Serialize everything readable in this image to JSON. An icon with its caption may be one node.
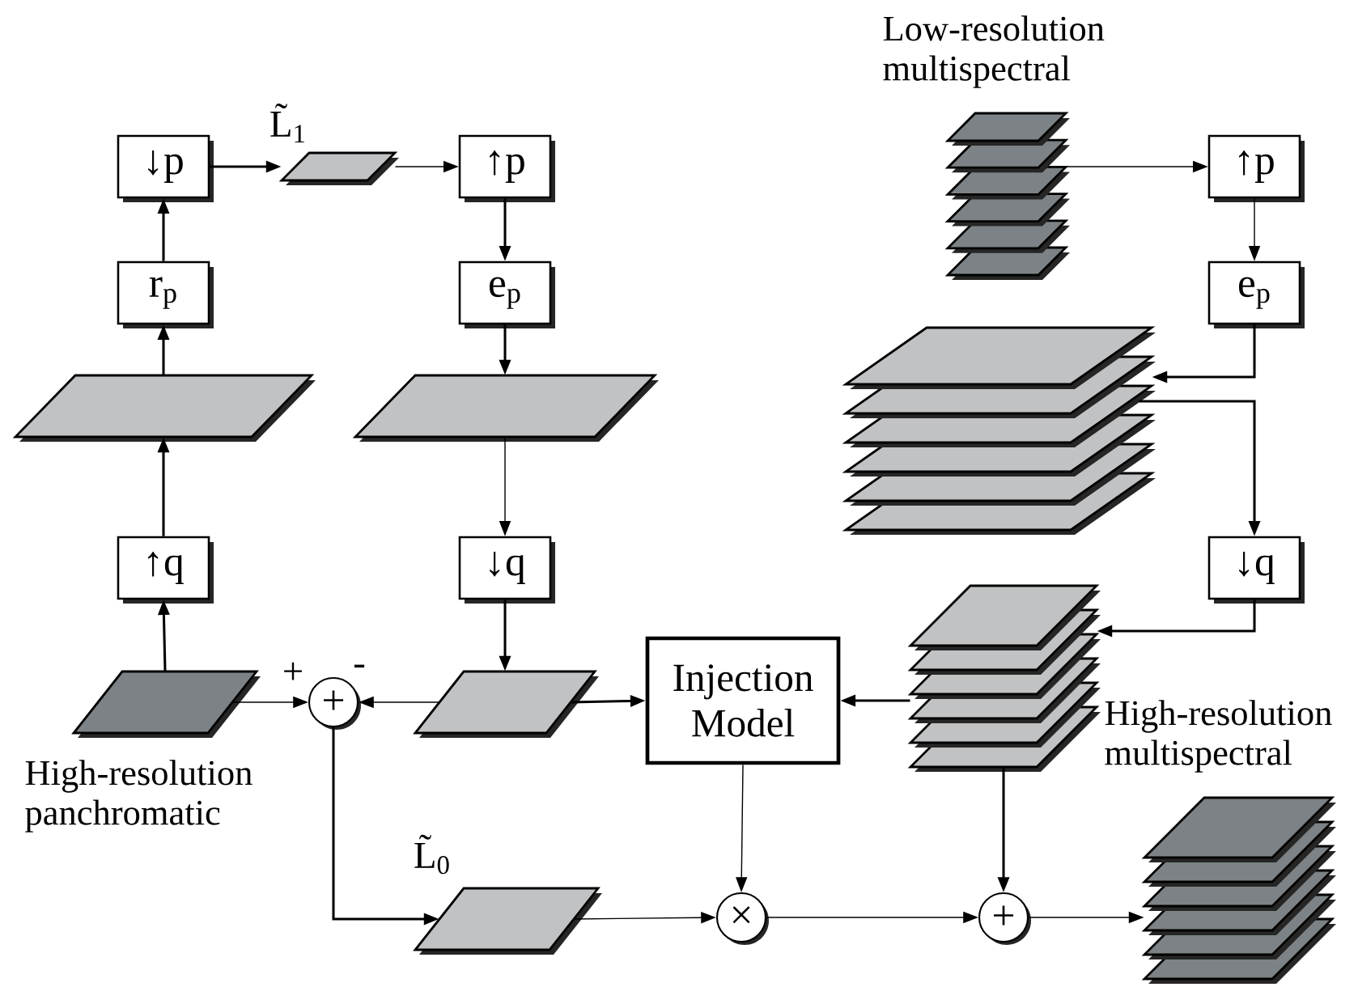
{
  "diagram": {
    "nodes": [
      {
        "text": [
          "↓p"
        ]
      },
      {
        "text": [
          "L̃$_{1}$"
        ]
      },
      {
        "text": [
          "↑p"
        ]
      },
      {
        "text": [
          "r$_{p}$"
        ]
      },
      {
        "text": [
          "e$_{p}$"
        ]
      },
      {
        "text": [],
        "shape": "parallelogram"
      },
      {
        "text": [],
        "shape": "parallelogram"
      },
      {
        "text": [
          "↑q"
        ]
      },
      {
        "text": [
          "↓q"
        ]
      },
      {
        "text": [
          "High-resolution panchromatic"
        ]
      },
      {
        "text": [
          "+"
        ]
      },
      {
        "text": [],
        "shape": "parallelogram"
      },
      {
        "text": [
          "Injection Model"
        ]
      },
      {
        "text": [
          "High-resolution multispectral"
        ]
      },
      {
        "text": [
          "L̃$_{0}$"
        ]
      },
      {
        "text": [
          "×"
        ]
      },
      {
        "text": [
          "+"
        ]
      },
      {
        "text": [],
        "shape": "stack"
      },
      {
        "text": [
          "Low-resolution multispectral"
        ]
      },
      {
        "text": [
          "↑p"
        ]
      },
      {
        "text": [
          "e$_{p}$"
        ]
      },
      {
        "text": [],
        "shape": "stack"
      },
      {
        "text": [
          "↓q"
        ]
      }
    ],
    "edges": [
      {
        "from": 3,
        "to": 0,
        "arrow": "to"
      },
      {
        "from": 0,
        "to": 1,
        "arrow": "to"
      },
      {
        "from": 1,
        "to": 2,
        "arrow": "to"
      },
      {
        "from": 2,
        "to": 4,
        "arrow": "to"
      },
      {
        "from": 4,
        "to": 6,
        "arrow": "to"
      },
      {
        "from": 6,
        "to": 8,
        "arrow": "to"
      },
      {
        "from": 8,
        "to": 11,
        "arrow": "to"
      },
      {
        "from": 5,
        "to": 3,
        "arrow": "to"
      },
      {
        "from": 7,
        "to": 5,
        "arrow": "to"
      },
      {
        "from": 9,
        "to": 7,
        "arrow": "to"
      },
      {
        "from": 9,
        "to": 10,
        "arrow": "to"
      },
      {
        "from": 11,
        "to": 10,
        "arrow": "to"
      },
      {
        "from": 11,
        "to": 12,
        "arrow": "to"
      },
      {
        "from": 13,
        "to": 12,
        "arrow": "to"
      },
      {
        "from": 10,
        "to": 14,
        "arrow": "to"
      },
      {
        "from": 14,
        "to": 15,
        "arrow": "to"
      },
      {
        "from": 12,
        "to": 15,
        "arrow": "to"
      },
      {
        "from": 15,
        "to": 16,
        "arrow": "to"
      },
      {
        "from": 13,
        "to": 16,
        "arrow": "to"
      },
      {
        "from": 16,
        "to": 17,
        "arrow": "to"
      },
      {
        "from": 18,
        "to": 19,
        "arrow": "to"
      },
      {
        "from": 19,
        "to": 20,
        "arrow": "to"
      },
      {
        "from": 20,
        "to": 21,
        "arrow": "to"
      },
      {
        "from": 21,
        "to": 22,
        "arrow": "to"
      },
      {
        "from": 22,
        "to": 13,
        "arrow": "to"
      }
    ],
    "labels": [
      "+",
      "-"
    ]
  }
}
